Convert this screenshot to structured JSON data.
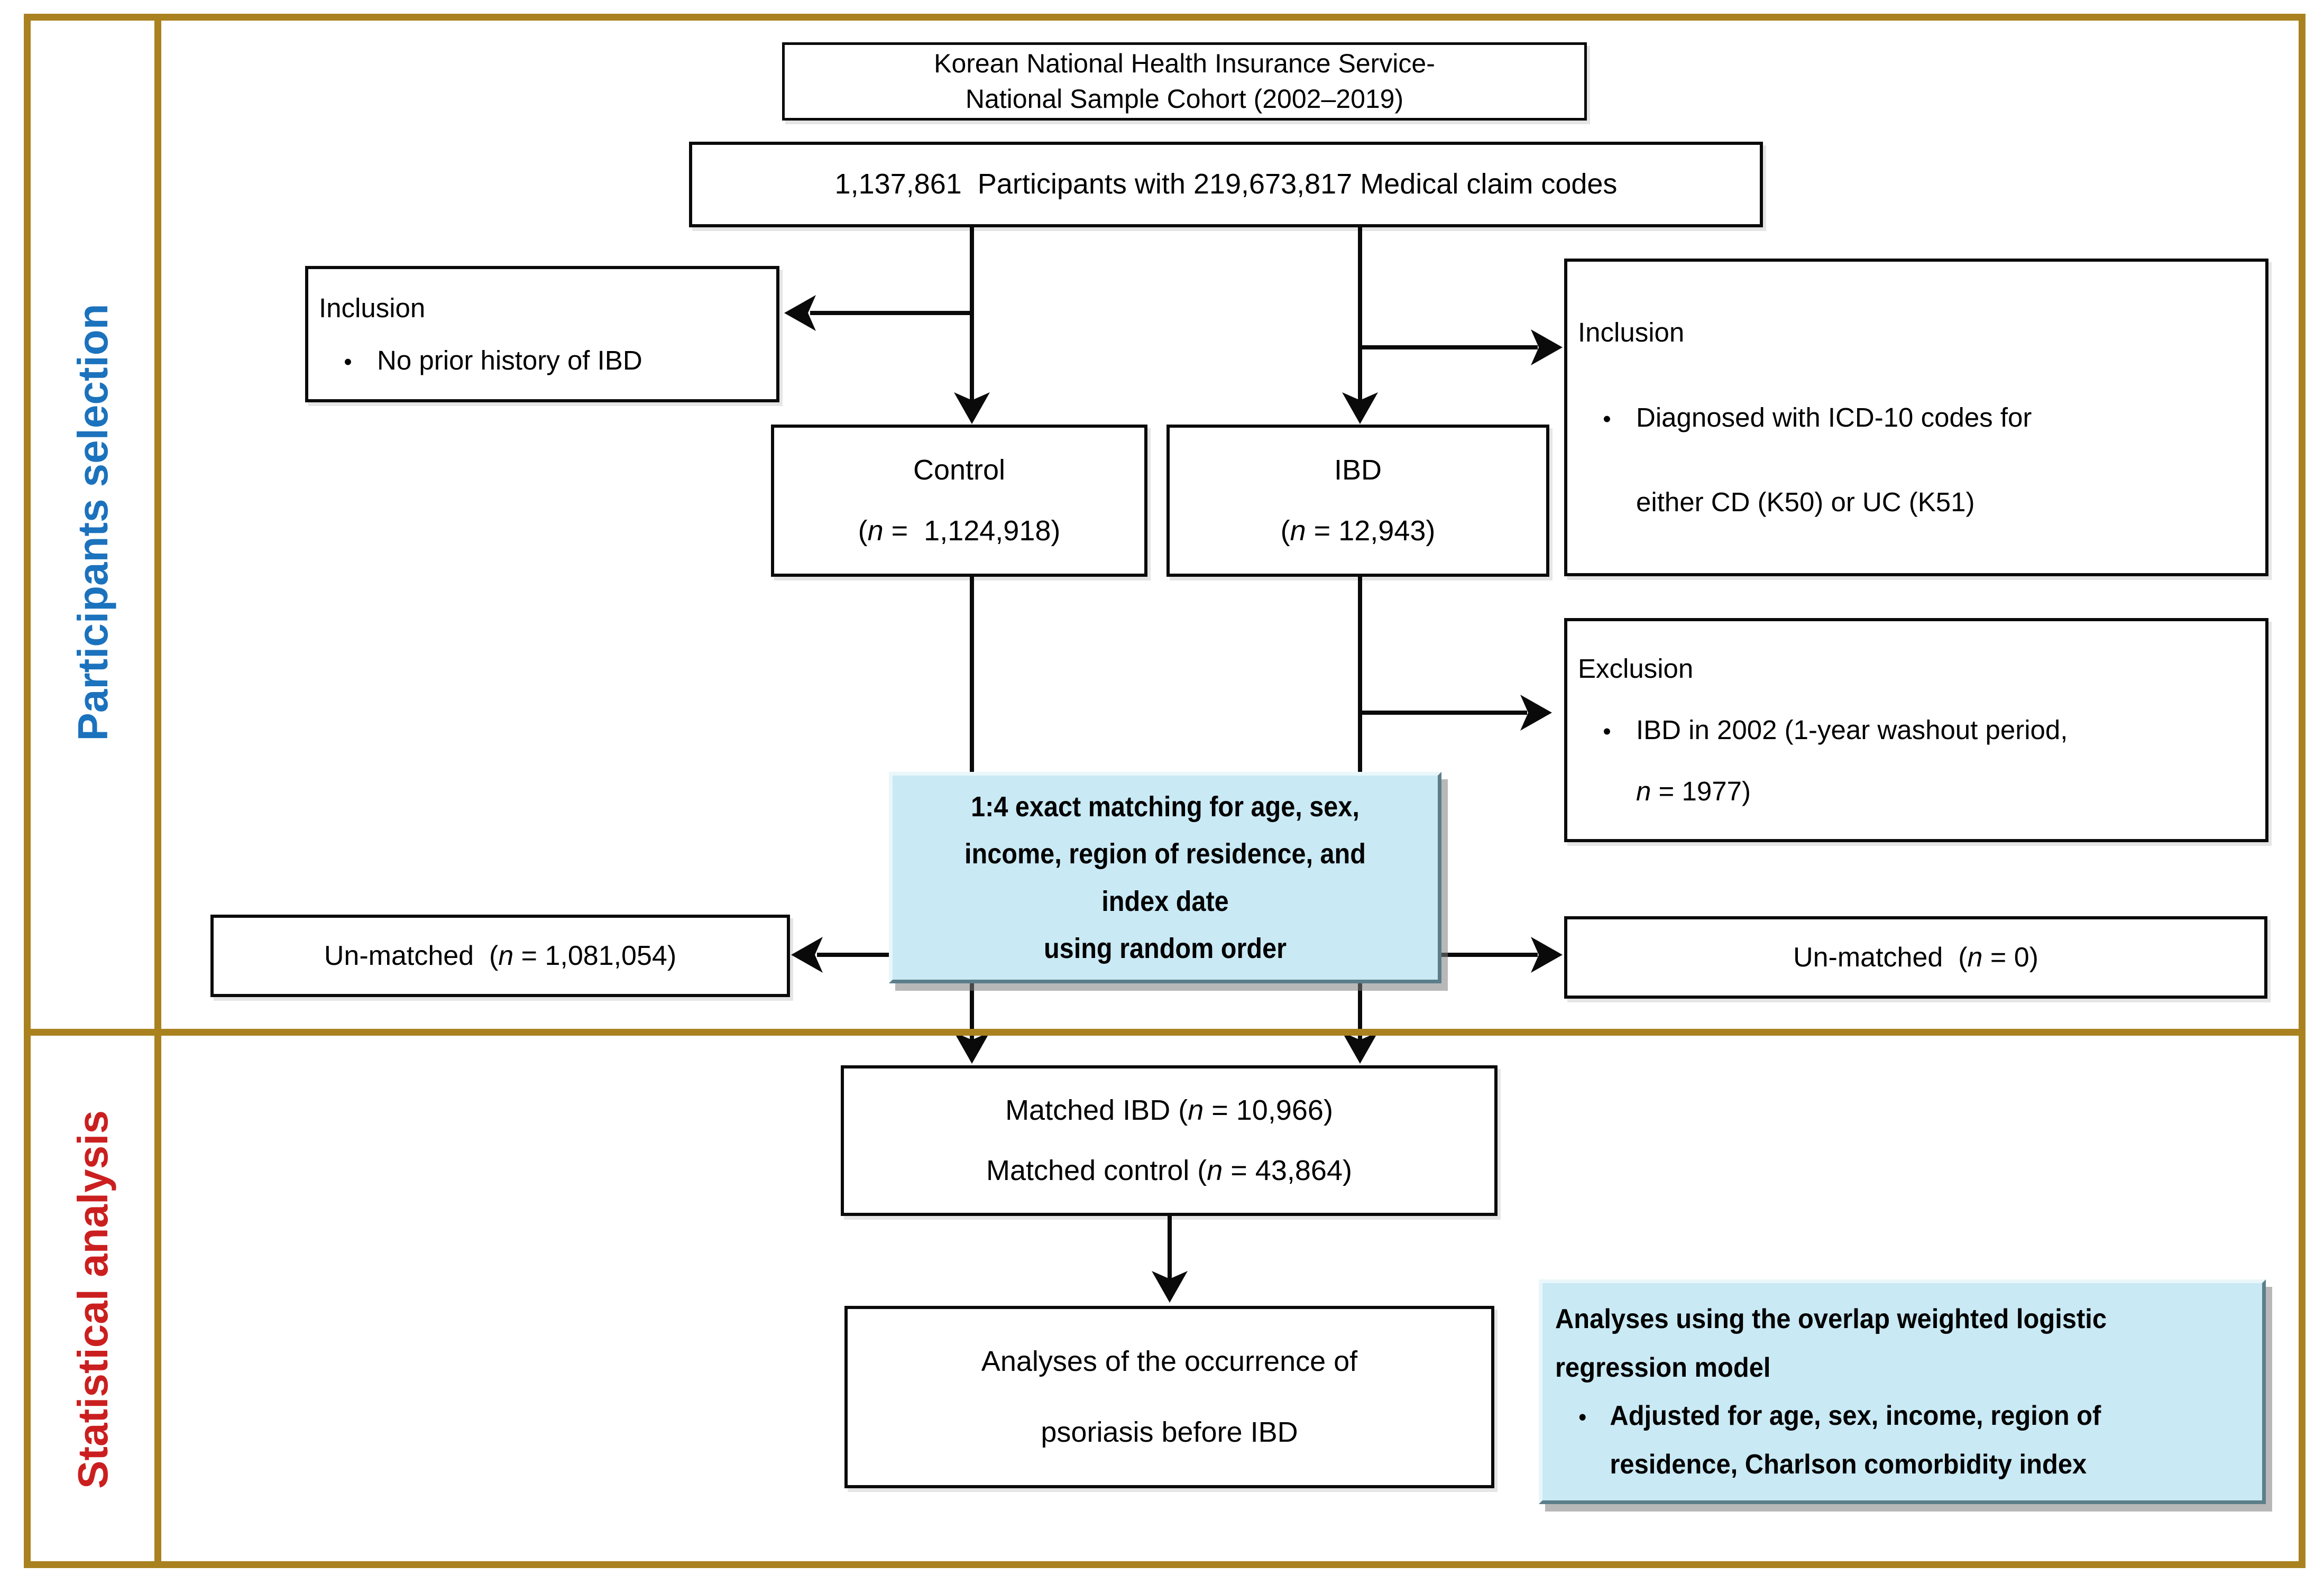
{
  "colors": {
    "frame_gold": "#a9811f",
    "label_blue": "#1b72bd",
    "label_red": "#cb1f1f",
    "blue_box_bg": "#c9e9f4",
    "bevel_light": "#e9f6fa",
    "bevel_dark": "#5c7e8a",
    "line_black": "#0a0a0a"
  },
  "sidebar": {
    "participants_label": "Participants selection",
    "statistical_label": "Statistical analysis"
  },
  "flow": {
    "bullet_glyph": "•",
    "cohort_line1": "Korean National Health Insurance Service-",
    "cohort_line2": "National Sample Cohort (2002–2019)",
    "participants_text": "1,137,861  Participants with 219,673,817 Medical claim codes",
    "inclusion_left_title": "Inclusion",
    "inclusion_left_bullet": "No prior history of IBD",
    "control_title": "Control",
    "control_n": "(n =  1,124,918)",
    "ibd_title": "IBD",
    "ibd_n": "(n = 12,943)",
    "inclusion_right_title": "Inclusion",
    "inclusion_right_bullet_line1": "Diagnosed with ICD-10 codes for",
    "inclusion_right_bullet_line2": "either CD (K50) or UC (K51)",
    "exclusion_title": "Exclusion",
    "exclusion_bullet_line1": "IBD in 2002 (1-year washout period,",
    "exclusion_bullet_line2": "n = 1977)",
    "matching_line1": "1:4 exact matching for age, sex,",
    "matching_line2": "income, region of residence, and",
    "matching_line3": "index date",
    "matching_line4": "using random order",
    "unmatched_left_text": "Un-matched  (n = 1,081,054)",
    "unmatched_right_text": "Un-matched  (n = 0)",
    "matched_line1": "Matched IBD (n = 10,966)",
    "matched_line2": "Matched control (n = 43,864)",
    "analyses_line1": "Analyses of the occurrence of",
    "analyses_line2": "psoriasis before IBD",
    "model_line1": "Analyses using the overlap weighted logistic",
    "model_line2": "regression model",
    "model_bullet_line1": "Adjusted for age, sex, income, region of",
    "model_bullet_line2": "residence, Charlson comorbidity index"
  }
}
